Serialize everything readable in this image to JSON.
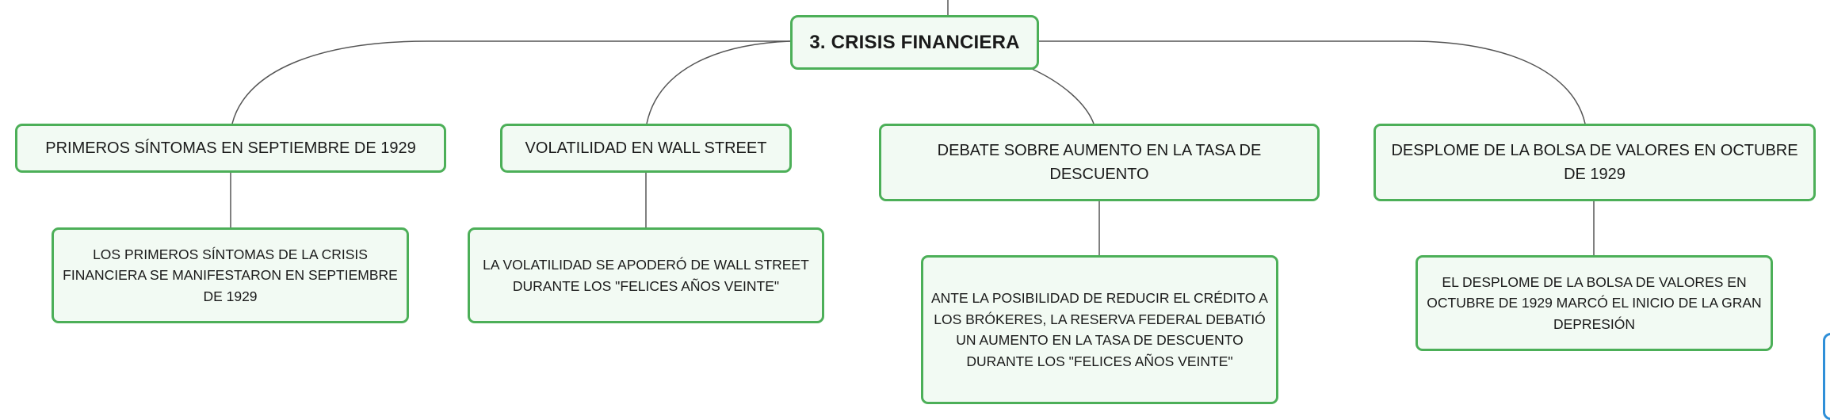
{
  "mindmap": {
    "root": {
      "label": "3. CRISIS FINANCIERA"
    },
    "branches": [
      {
        "label": "PRIMEROS SÍNTOMAS EN SEPTIEMBRE DE 1929",
        "detail": "LOS PRIMEROS SÍNTOMAS DE LA CRISIS FINANCIERA SE MANIFESTARON EN SEPTIEMBRE DE 1929"
      },
      {
        "label": "VOLATILIDAD EN WALL STREET",
        "detail": "LA VOLATILIDAD SE APODERÓ DE WALL STREET DURANTE LOS \"FELICES AÑOS VEINTE\""
      },
      {
        "label": "DEBATE SOBRE AUMENTO EN LA TASA DE DESCUENTO",
        "detail": "ANTE LA POSIBILIDAD DE REDUCIR EL CRÉDITO A LOS BRÓKERES, LA RESERVA FEDERAL DEBATIÓ UN AUMENTO EN LA TASA DE DESCUENTO DURANTE LOS \"FELICES AÑOS VEINTE\""
      },
      {
        "label": "DESPLOME DE LA BOLSA DE VALORES EN OCTUBRE DE 1929",
        "detail": "EL DESPLOME DE LA BOLSA DE VALORES EN OCTUBRE DE 1929 MARCÓ EL INICIO DE LA GRAN DEPRESIÓN"
      }
    ]
  },
  "colors": {
    "node_border": "#4caf58",
    "node_fill": "#f2faf3",
    "connector": "#555555",
    "text": "#1a1a1a"
  }
}
